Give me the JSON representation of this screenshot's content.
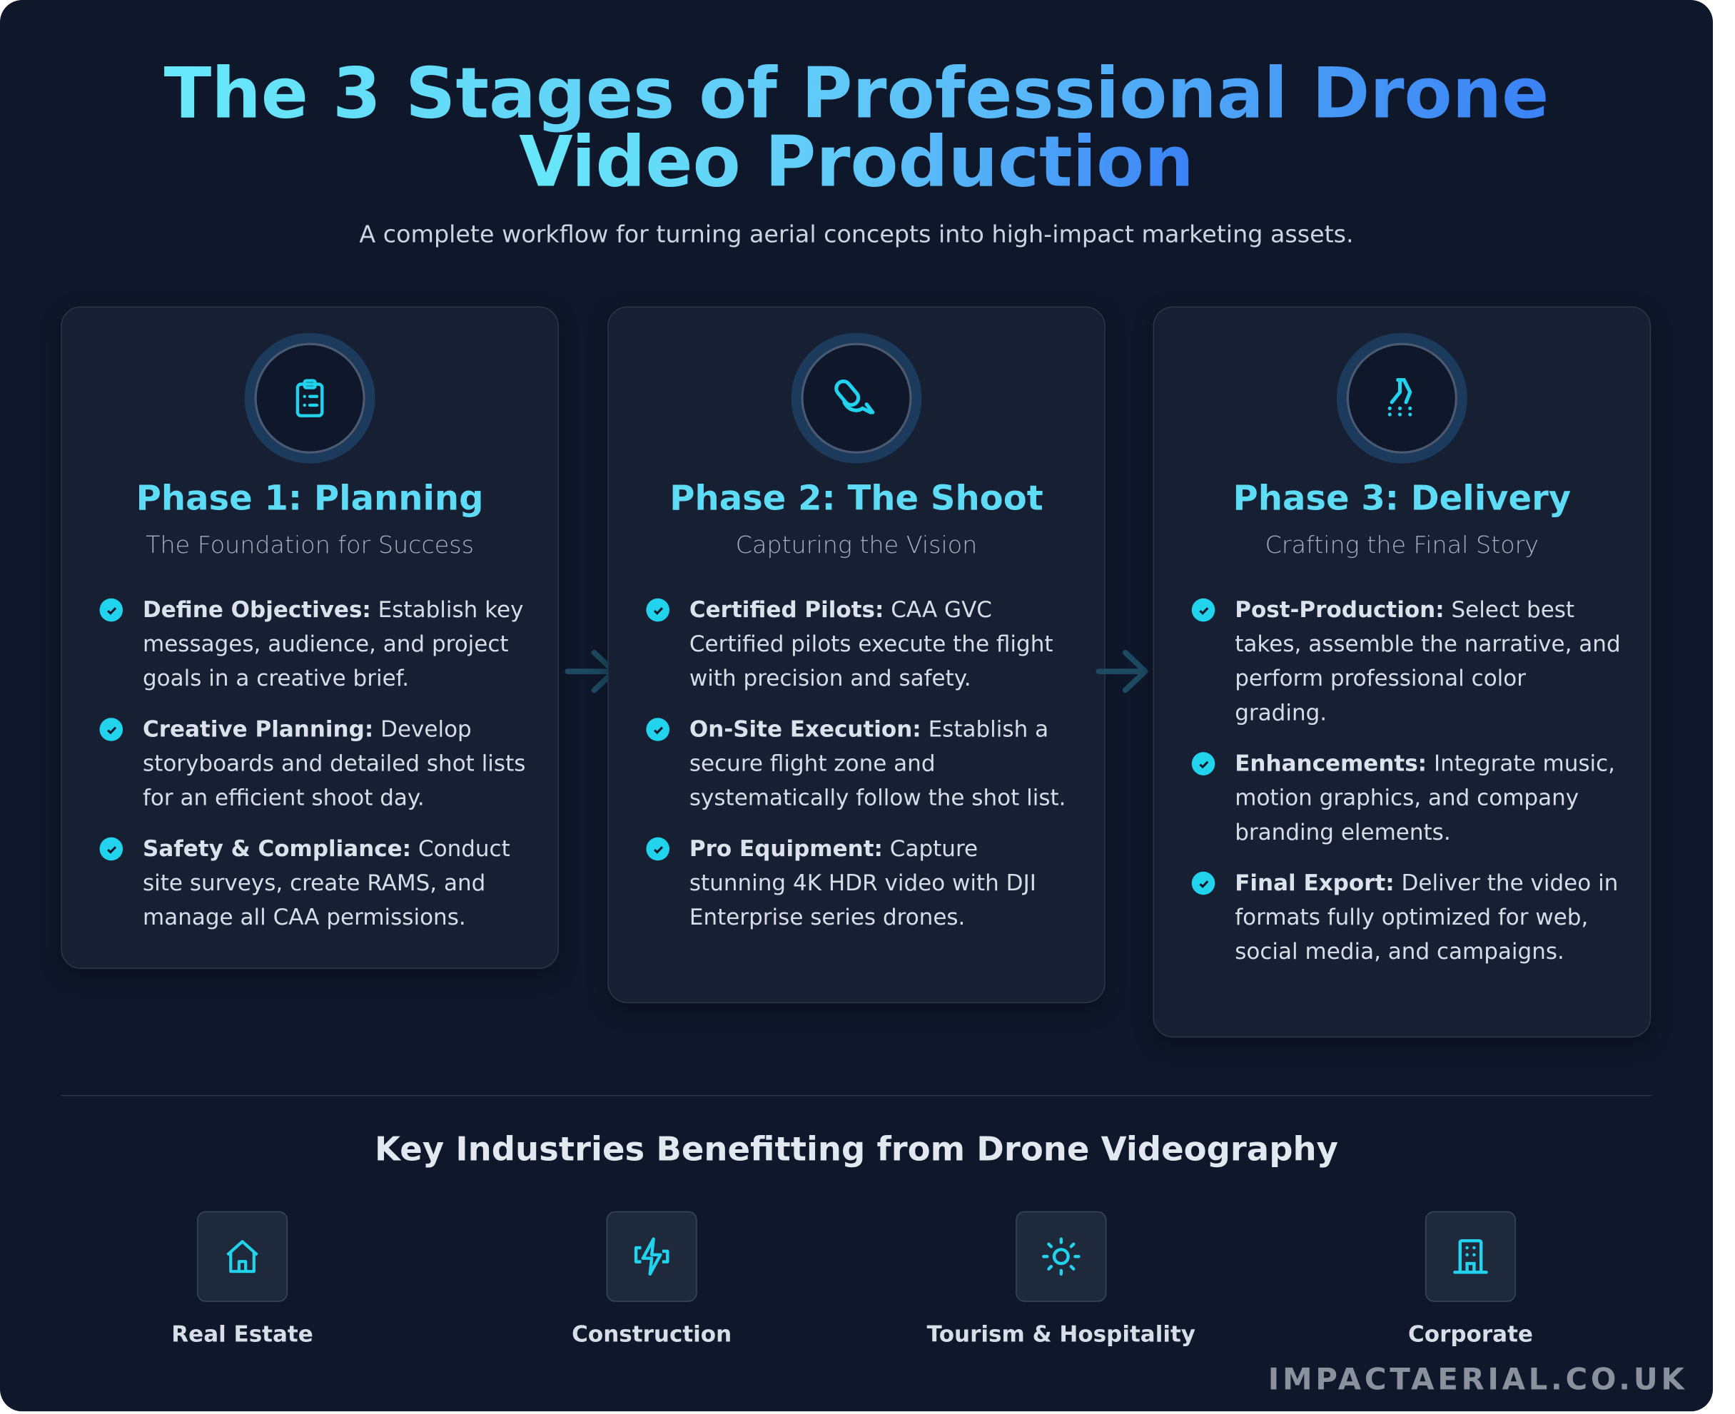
{
  "header": {
    "title_line1": "The 3 Stages of Professional Drone",
    "title_line2": "Video Production",
    "subtitle": "A complete workflow for turning aerial concepts into high-impact marketing assets."
  },
  "phases": [
    {
      "icon": "clipboard-list-icon",
      "title": "Phase 1: Planning",
      "subtitle": "The Foundation for Success",
      "items": [
        {
          "bold": "Define Objectives:",
          "text": " Establish key messages, audience, and project goals in a creative brief."
        },
        {
          "bold": "Creative Planning:",
          "text": " Develop storyboards and detailed shot lists for an efficient shoot day."
        },
        {
          "bold": "Safety & Compliance:",
          "text": " Conduct site surveys, create RAMS, and manage all CAA permissions."
        }
      ]
    },
    {
      "icon": "microphone-icon",
      "title": "Phase 2: The Shoot",
      "subtitle": "Capturing the Vision",
      "items": [
        {
          "bold": "Certified Pilots:",
          "text": " CAA GVC Certified pilots execute the flight with precision and safety."
        },
        {
          "bold": "On-Site Execution:",
          "text": " Establish a secure flight zone and systematically follow the shot list."
        },
        {
          "bold": "Pro Equipment:",
          "text": " Capture stunning 4K HDR video with DJI Enterprise series drones."
        }
      ]
    },
    {
      "icon": "spray-icon",
      "title": "Phase 3: Delivery",
      "subtitle": "Crafting the Final Story",
      "items": [
        {
          "bold": "Post-Production:",
          "text": " Select best takes, assemble the narrative, and perform professional color grading."
        },
        {
          "bold": "Enhancements:",
          "text": " Integrate music, motion graphics, and company branding elements."
        },
        {
          "bold": "Final Export:",
          "text": " Deliver the video in formats fully optimized for web, social media, and campaigns."
        }
      ]
    }
  ],
  "industries": {
    "heading": "Key Industries Benefitting from Drone Videography",
    "items": [
      {
        "icon": "house-icon",
        "label": "Real Estate"
      },
      {
        "icon": "lightning-icon",
        "label": "Construction"
      },
      {
        "icon": "sun-icon",
        "label": "Tourism & Hospitality"
      },
      {
        "icon": "building-icon",
        "label": "Corporate"
      }
    ]
  },
  "watermark": "IMPACTAERIAL.CO.UK",
  "colors": {
    "background": "#0f172a",
    "card": "#172033",
    "accent": "#22d3ee",
    "title_gradient_start": "#67e8f9",
    "title_gradient_end": "#3b82f6"
  }
}
